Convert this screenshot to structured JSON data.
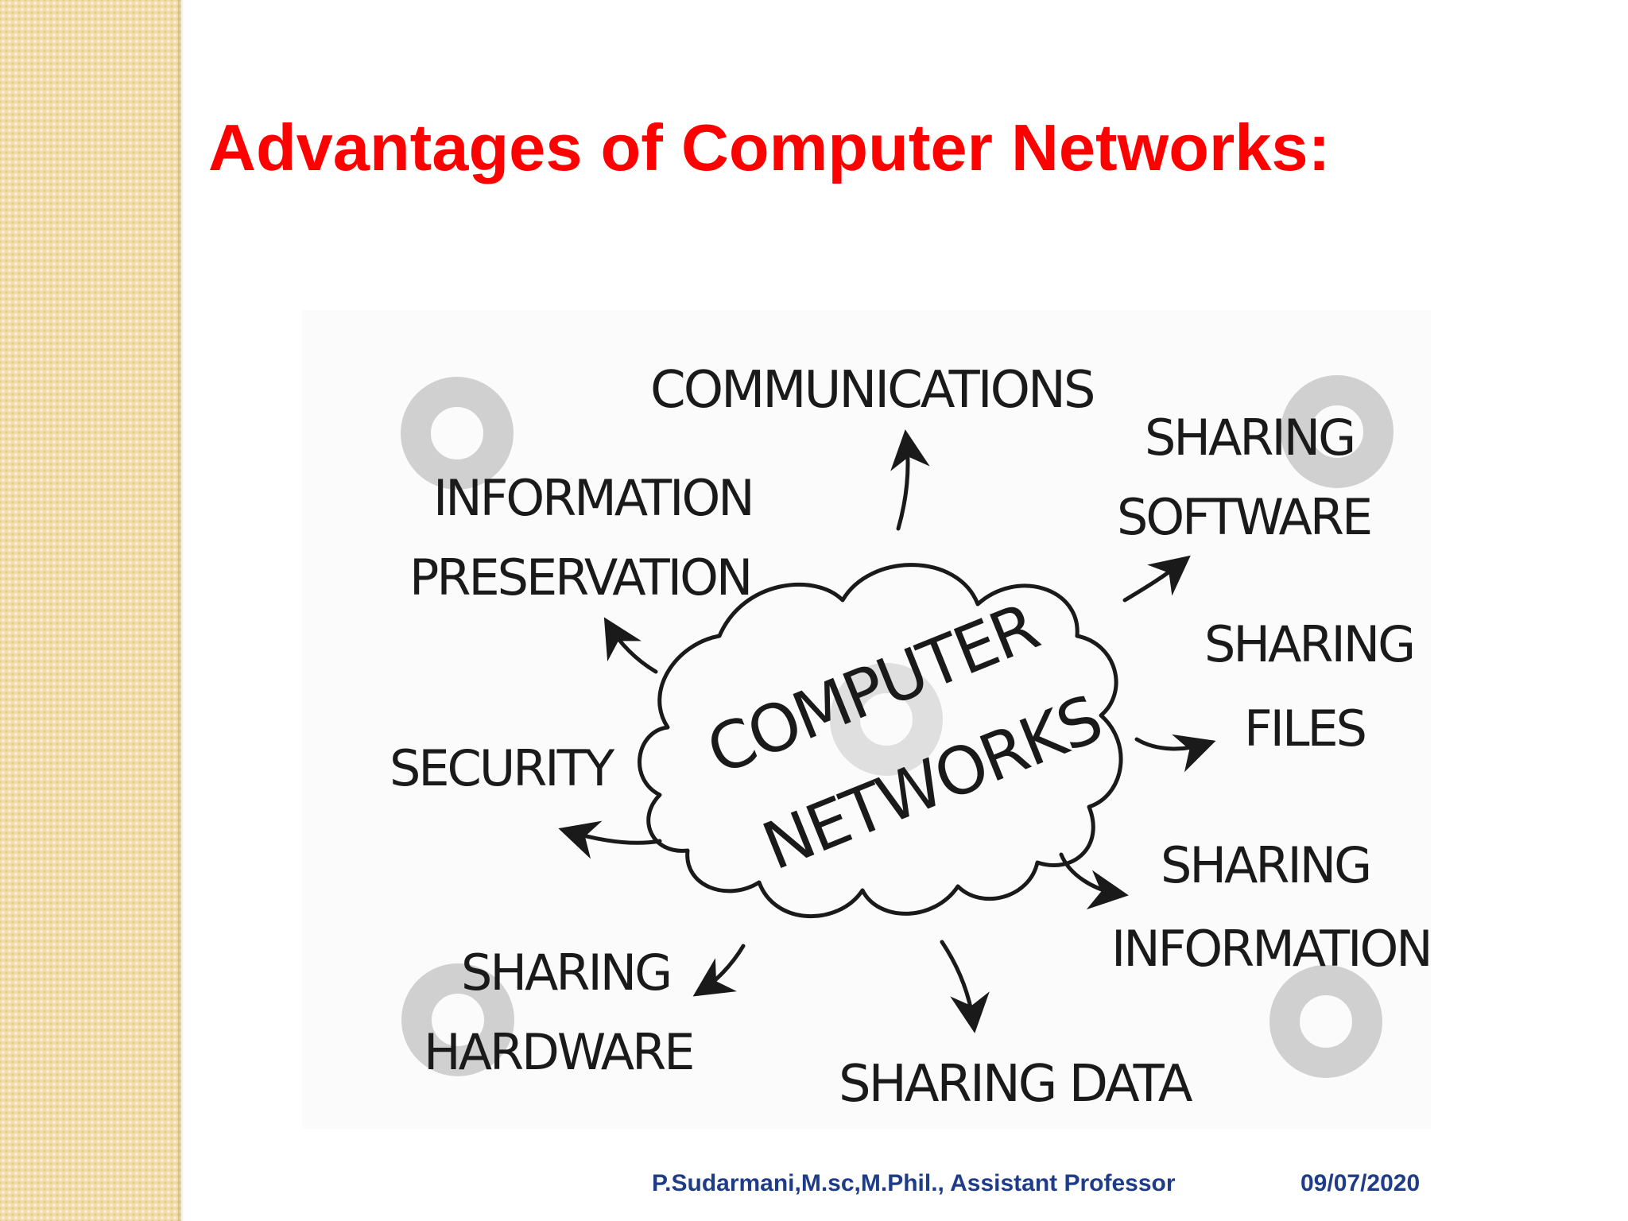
{
  "slide": {
    "title": "Advantages of Computer Networks:",
    "footer_author": "P.Sudarmani,M.sc,M.Phil., Assistant  Professor",
    "footer_date": "09/07/2020"
  },
  "diagram": {
    "center_line1": "COMPUTER",
    "center_line2": "NETWORKS",
    "labels": {
      "communications": "COMMUNICATIONS",
      "sharing_software_1": "SHARING",
      "sharing_software_2": "SOFTWARE",
      "information_preservation_1": "INFORMATION",
      "information_preservation_2": "PRESERVATION",
      "sharing_files_1": "SHARING",
      "sharing_files_2": "FILES",
      "security": "SECURITY",
      "sharing_information_1": "SHARING",
      "sharing_information_2": "INFORMATION",
      "sharing_hardware_1": "SHARING",
      "sharing_hardware_2": "HARDWARE",
      "sharing_data": "SHARING DATA"
    }
  },
  "colors": {
    "title": "#ff0000",
    "footer": "#1f3c88",
    "side_strip": "#f1dca8"
  }
}
